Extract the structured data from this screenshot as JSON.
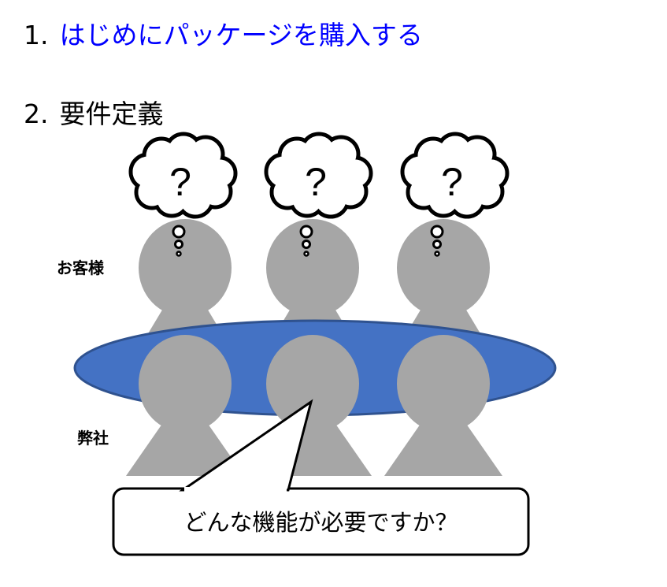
{
  "headings": [
    {
      "number": "1.",
      "text": "はじめにパッケージを購入する",
      "color": "#0000FF"
    },
    {
      "number": "2.",
      "text": "要件定義",
      "color": "#000000"
    }
  ],
  "labels": {
    "customers": "お客様",
    "our_company": "弊社"
  },
  "thought_bubble_symbol": "?",
  "callout": {
    "text": "どんな機能が必要ですか？"
  },
  "colors": {
    "person": "#A6A6A6",
    "table_fill": "#4472C4",
    "table_stroke": "#2F528F"
  }
}
